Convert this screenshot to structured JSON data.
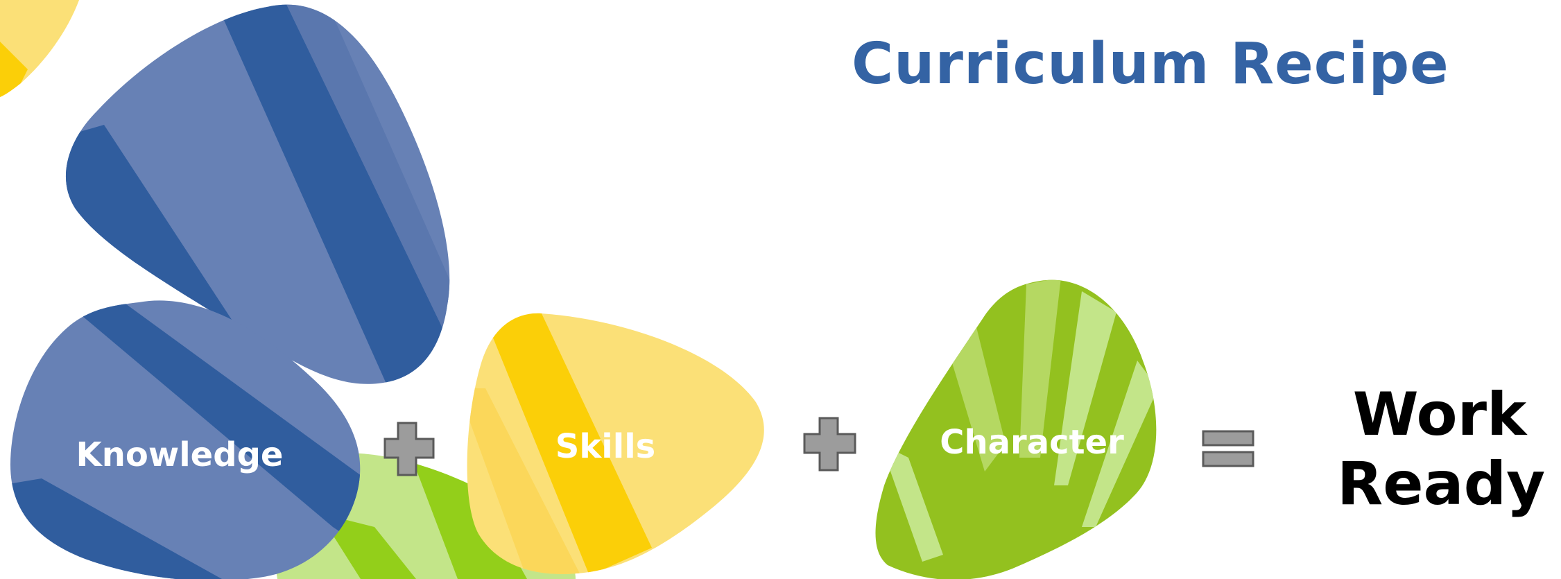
{
  "title": "Curriculum Recipe",
  "blobs": [
    {
      "id": "knowledge",
      "label": "Knowledge"
    },
    {
      "id": "skills",
      "label": "Skills"
    },
    {
      "id": "character",
      "label": "Character"
    }
  ],
  "operators": {
    "plus_1": "+",
    "plus_2": "+",
    "equals": "="
  },
  "result": {
    "line1": "Work",
    "line2": "Ready"
  },
  "colors": {
    "title": "#3463a4",
    "blue_light": "#6781b5",
    "blue_dark": "#305d9e",
    "yellow_light": "#fbe077",
    "yellow_dark": "#fbcf08",
    "green_light": "#c3e589",
    "green_dark": "#93c11f",
    "operator_fill": "#9c9c9c",
    "operator_stroke": "#5a5a5a",
    "result_text": "#000000"
  },
  "icons": {
    "plus": "plus-icon",
    "equals": "equals-icon"
  }
}
